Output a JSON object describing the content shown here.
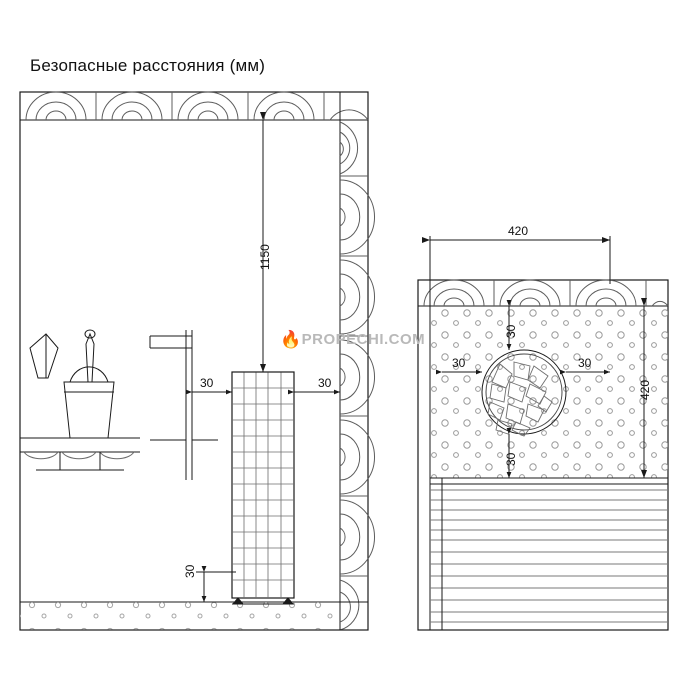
{
  "title": "Безопасные расстояния (мм)",
  "watermark": {
    "flame_icon": "flame-icon",
    "text": "PROPECHI.COM"
  },
  "views": {
    "side": {
      "name": "side-elevation-view",
      "dimensions": {
        "height_to_ceiling": "1150",
        "left_clearance": "30",
        "right_clearance": "30",
        "floor_clearance": "30"
      }
    },
    "top": {
      "name": "top-plan-view",
      "dimensions": {
        "width": "420",
        "depth": "420",
        "top_clearance": "30",
        "left_clearance": "30",
        "right_clearance": "30",
        "bottom_clearance": "30"
      }
    }
  },
  "colors": {
    "line": "#1a1a1a",
    "hatch": "#8f8f8f",
    "watermark": "#b9b9b9",
    "flame": "#e8703a"
  }
}
